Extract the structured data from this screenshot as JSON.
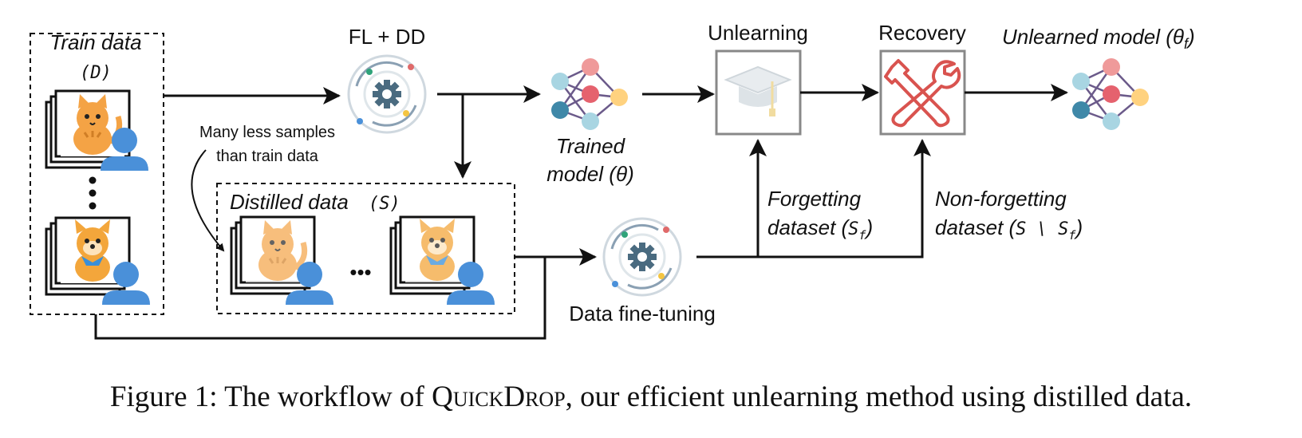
{
  "nodes": {
    "train_data": {
      "label": "Train data",
      "symbol": "(D)"
    },
    "fl_dd": {
      "label": "FL + DD"
    },
    "many_less": {
      "line1": "Many less samples",
      "line2": "than train data"
    },
    "distilled": {
      "label": "Distilled data",
      "symbol": "(S)"
    },
    "trained": {
      "line1": "Trained",
      "line2": "model (θ)"
    },
    "unlearning": {
      "label": "Unlearning"
    },
    "recovery": {
      "label": "Recovery"
    },
    "unlearned": {
      "label": "Unlearned model (θ",
      "sub": "f",
      "close": ")"
    },
    "data_ft": {
      "label": "Data fine-tuning"
    },
    "forgetting": {
      "line1": "Forgetting",
      "line2": "dataset (",
      "sym": "S",
      "sub": "f",
      "close": ")"
    },
    "non_forgetting": {
      "line1": "Non-forgetting",
      "line2": "dataset (",
      "sym": "S \\ S",
      "sub": "f",
      "close": ")"
    }
  },
  "ellipsis": "•••",
  "caption": {
    "prefix": "Figure 1: The workflow of ",
    "name": "QuickDrop",
    "suffix": ", our efficient unlearning method using distilled data."
  },
  "colors": {
    "arrow": "#111111",
    "network_pink": "#ef9a9a",
    "network_red": "#e5626e",
    "network_blue": "#a8d5e2",
    "network_teal": "#3f88a8",
    "network_yellow": "#ffd27f",
    "user": "#4a90d9",
    "tools": "#d9534f",
    "gear": "#4a6b80"
  },
  "icons": [
    "cat-icon",
    "dog-icon",
    "user-icon",
    "gear-icon",
    "graduation-cap-icon",
    "wrench-screwdriver-icon",
    "neural-network-icon"
  ]
}
